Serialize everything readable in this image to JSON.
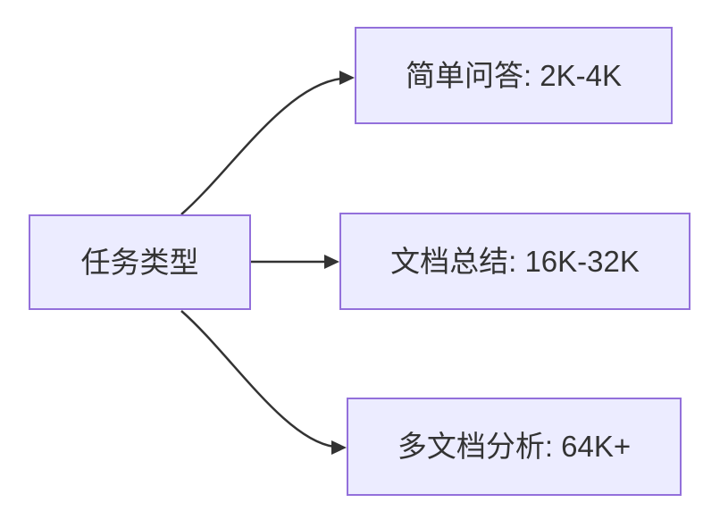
{
  "diagram": {
    "type": "flowchart",
    "direction": "left-to-right",
    "nodes": {
      "source": {
        "label": "任务类型"
      },
      "simple_qa": {
        "label": "简单问答: 2K-4K"
      },
      "doc_summary": {
        "label": "文档总结: 16K-32K"
      },
      "multi_doc": {
        "label": "多文档分析: 64K+"
      }
    },
    "edges": [
      {
        "from": "任务类型",
        "to": "简单问答: 2K-4K"
      },
      {
        "from": "任务类型",
        "to": "文档总结: 16K-32K"
      },
      {
        "from": "任务类型",
        "to": "多文档分析: 64K+"
      }
    ],
    "colors": {
      "background": "#ffffff",
      "node_fill": "#ECECFF",
      "node_border": "#9370DB",
      "text_color": "#333333",
      "edge_color": "#333333"
    }
  }
}
